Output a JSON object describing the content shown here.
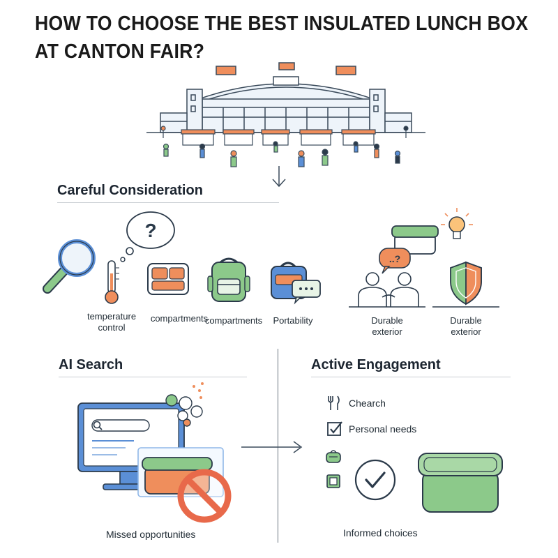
{
  "title": {
    "line1": "HOW TO CHOOSE THE BEST INSULATED LUNCH BOX",
    "line2": "AT CANTON FAIR?"
  },
  "careful": {
    "heading": "Careful Consideration",
    "thought_symbol": "?",
    "items": [
      {
        "label": "temperature control",
        "icon": "thermometer-icon"
      },
      {
        "label": "compartments",
        "icon": "compartment-tray-icon"
      },
      {
        "label": "compartments",
        "icon": "backpack-icon"
      },
      {
        "label": "Portability",
        "icon": "bag-chat-icon"
      }
    ],
    "right_items": [
      {
        "label": "Durable exterior",
        "icon": "people-discussion-icon"
      },
      {
        "label": "Durable exterior",
        "icon": "shield-icon"
      }
    ],
    "speech_text": "..?"
  },
  "ai": {
    "heading": "AI Search",
    "caption": "Missed opportunities"
  },
  "engagement": {
    "heading": "Active Engagement",
    "checklist": [
      {
        "label": "Chearch",
        "icon": "fork-knife-icon"
      },
      {
        "label": "Personal needs",
        "icon": "checkbox-icon"
      }
    ],
    "caption": "Informed choices"
  },
  "colors": {
    "green": "#8cc98a",
    "orange": "#ef8e5c",
    "blue": "#5b8fd6",
    "navy": "#2b3a4a",
    "red": "#e8694a"
  }
}
